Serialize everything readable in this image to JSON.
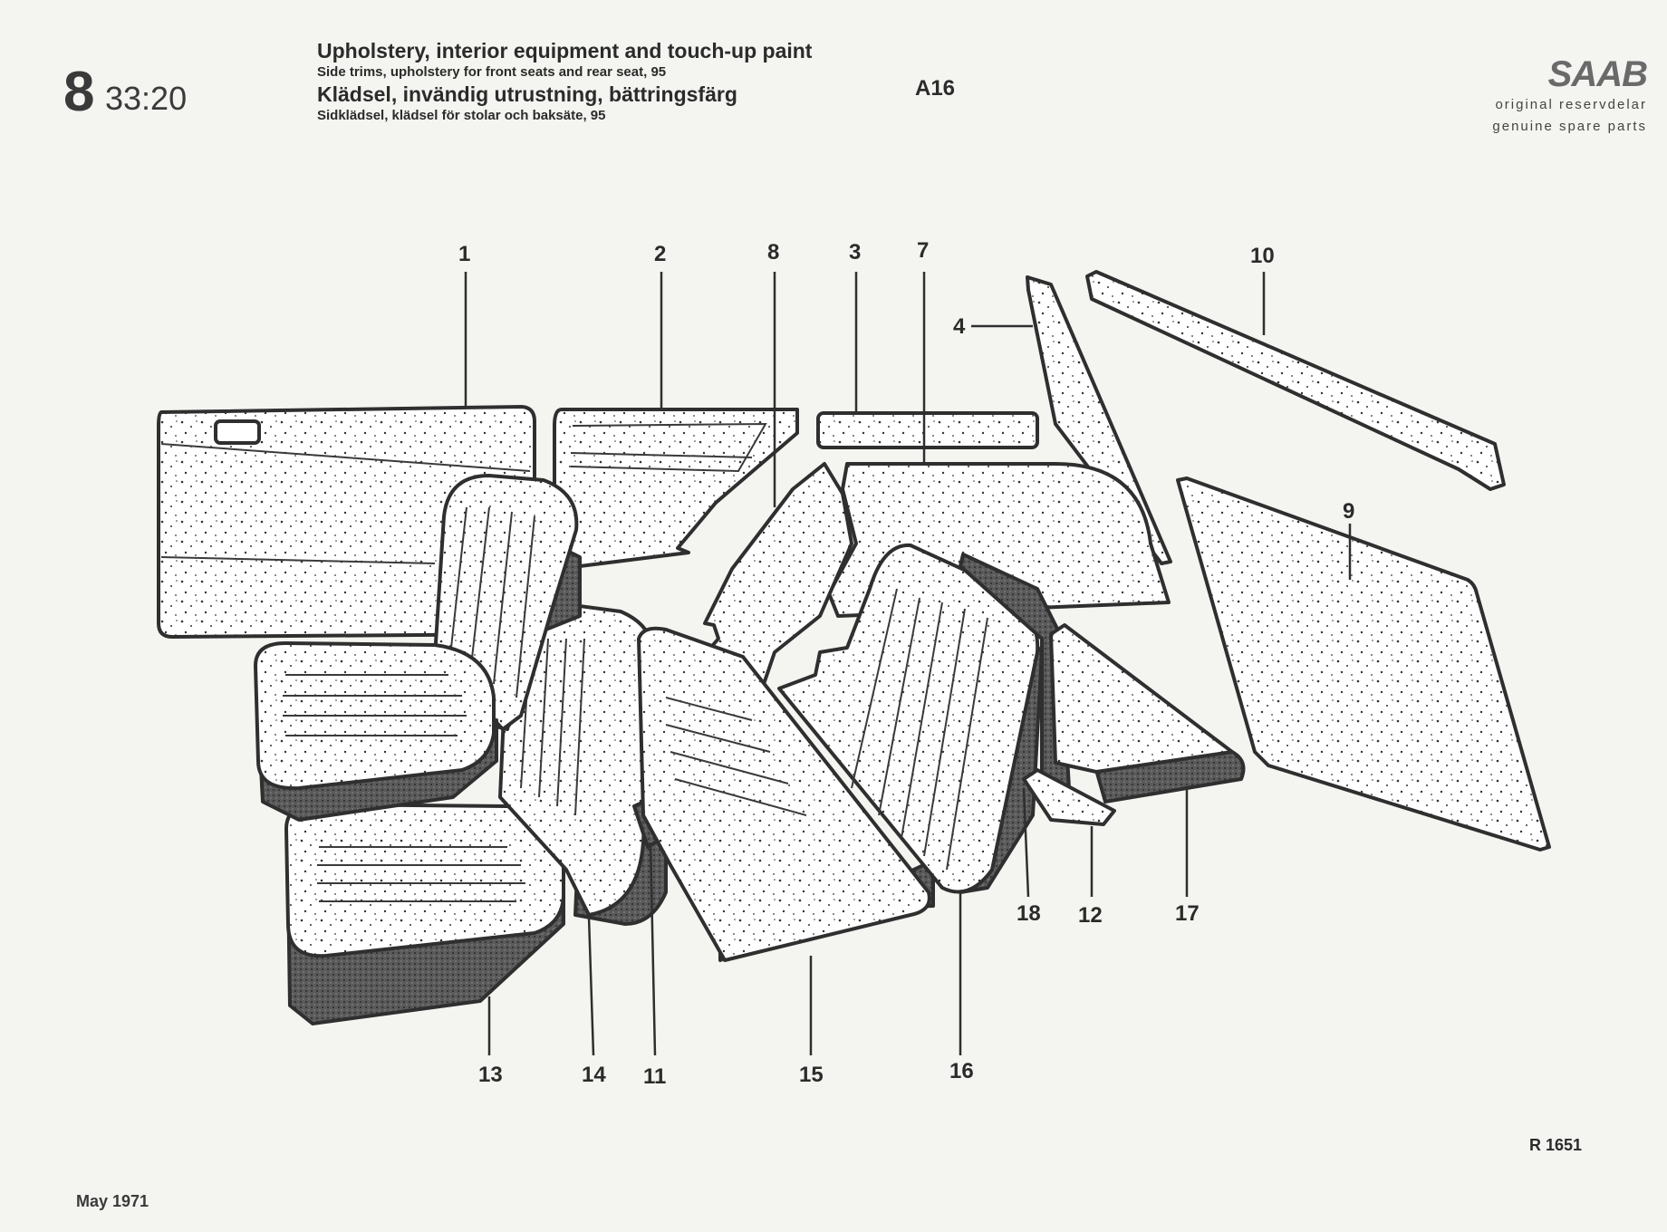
{
  "header": {
    "section_number": "8",
    "section_code": "33:20",
    "title_en": "Upholstery, interior equipment and touch-up paint",
    "subtitle_en": "Side trims, upholstery for front seats and rear seat, 95",
    "title_sv": "Klädsel, invändig utrustning, bättringsfärg",
    "subtitle_sv": "Sidklädsel, klädsel för stolar och baksäte, 95",
    "page_code": "A16"
  },
  "brand": {
    "logo": "SAAB",
    "line1": "original reservdelar",
    "line2": "genuine spare parts"
  },
  "footer": {
    "reference": "R 1651",
    "date": "May 1971"
  },
  "callouts": [
    "1",
    "2",
    "3",
    "4",
    "7",
    "8",
    "9",
    "10",
    "11",
    "12",
    "13",
    "14",
    "15",
    "16",
    "17",
    "18"
  ]
}
